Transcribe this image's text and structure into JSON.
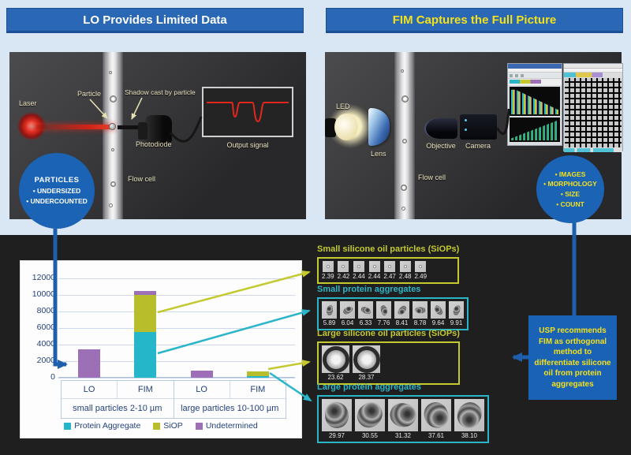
{
  "header_left": "LO Provides Limited Data",
  "header_right": "FIM Captures the Full Picture",
  "lo_panel": {
    "laser_label": "Laser",
    "particle_label": "Particle",
    "shadow_label": "Shadow cast by particle",
    "photodiode_label": "Photodiode",
    "flowcell_label": "Flow cell",
    "output_label": "Output signal",
    "callout_title": "PARTICLES",
    "callout_items": [
      "• UNDERSIZED",
      "• UNDERCOUNTED"
    ]
  },
  "fim_panel": {
    "led_label": "LED",
    "lens_label": "Lens",
    "flowcell_label": "Flow cell",
    "objective_label": "Objective",
    "camera_label": "Camera",
    "callout_items": [
      "• IMAGES",
      "• MORPHOLOGY",
      "• SIZE",
      "• COUNT"
    ]
  },
  "chart_data": {
    "type": "bar",
    "stacked": true,
    "categories": [
      "LO",
      "FIM",
      "LO",
      "FIM"
    ],
    "group_labels": [
      "small particles 2-10 µm",
      "large particles 10-100 µm"
    ],
    "series": [
      {
        "name": "Protein Aggregate",
        "color": "#25b6c9",
        "values": [
          0,
          5500,
          0,
          150
        ]
      },
      {
        "name": "SiOP",
        "color": "#b8bd2c",
        "values": [
          0,
          4500,
          0,
          600
        ]
      },
      {
        "name": "Undetermined",
        "color": "#9c6fb6",
        "values": [
          3400,
          450,
          900,
          0
        ]
      }
    ],
    "yticks": [
      0,
      2000,
      4000,
      6000,
      8000,
      10000,
      12000
    ],
    "ylim": [
      0,
      12600
    ],
    "grid": true,
    "legend_position": "bottom"
  },
  "strips": [
    {
      "title": "Small silicone oil particles (SiOPs)",
      "theme": "siop",
      "kind": "dot",
      "values": [
        "2.39",
        "2.42",
        "2.44",
        "2.44",
        "2.47",
        "2.48",
        "2.49"
      ]
    },
    {
      "title": "Small protein aggregates",
      "theme": "protein",
      "kind": "blob",
      "values": [
        "5.89",
        "6.04",
        "6.33",
        "7.76",
        "8.41",
        "8.78",
        "9.64",
        "9.91"
      ]
    },
    {
      "title": "Large silicone oil particles (SiOPs)",
      "theme": "siop",
      "kind": "ring",
      "values": [
        "23.62",
        "28.37"
      ]
    },
    {
      "title": "Large protein aggregates",
      "theme": "protein",
      "kind": "aggregate",
      "values": [
        "29.97",
        "30.55",
        "31.32",
        "37.61",
        "38.10"
      ]
    }
  ],
  "usp_note": "USP recommends FIM as orthogonal method to differentiate silicone oil from protein aggregates",
  "colors": {
    "accent_blue": "#1e5fad",
    "header_blue": "#2a67b5",
    "header_text_right": "#f3e11c",
    "siop_olive": "#c3c92f",
    "protein_teal": "#2ab5c8",
    "undetermined_purple": "#9c6fb6"
  }
}
